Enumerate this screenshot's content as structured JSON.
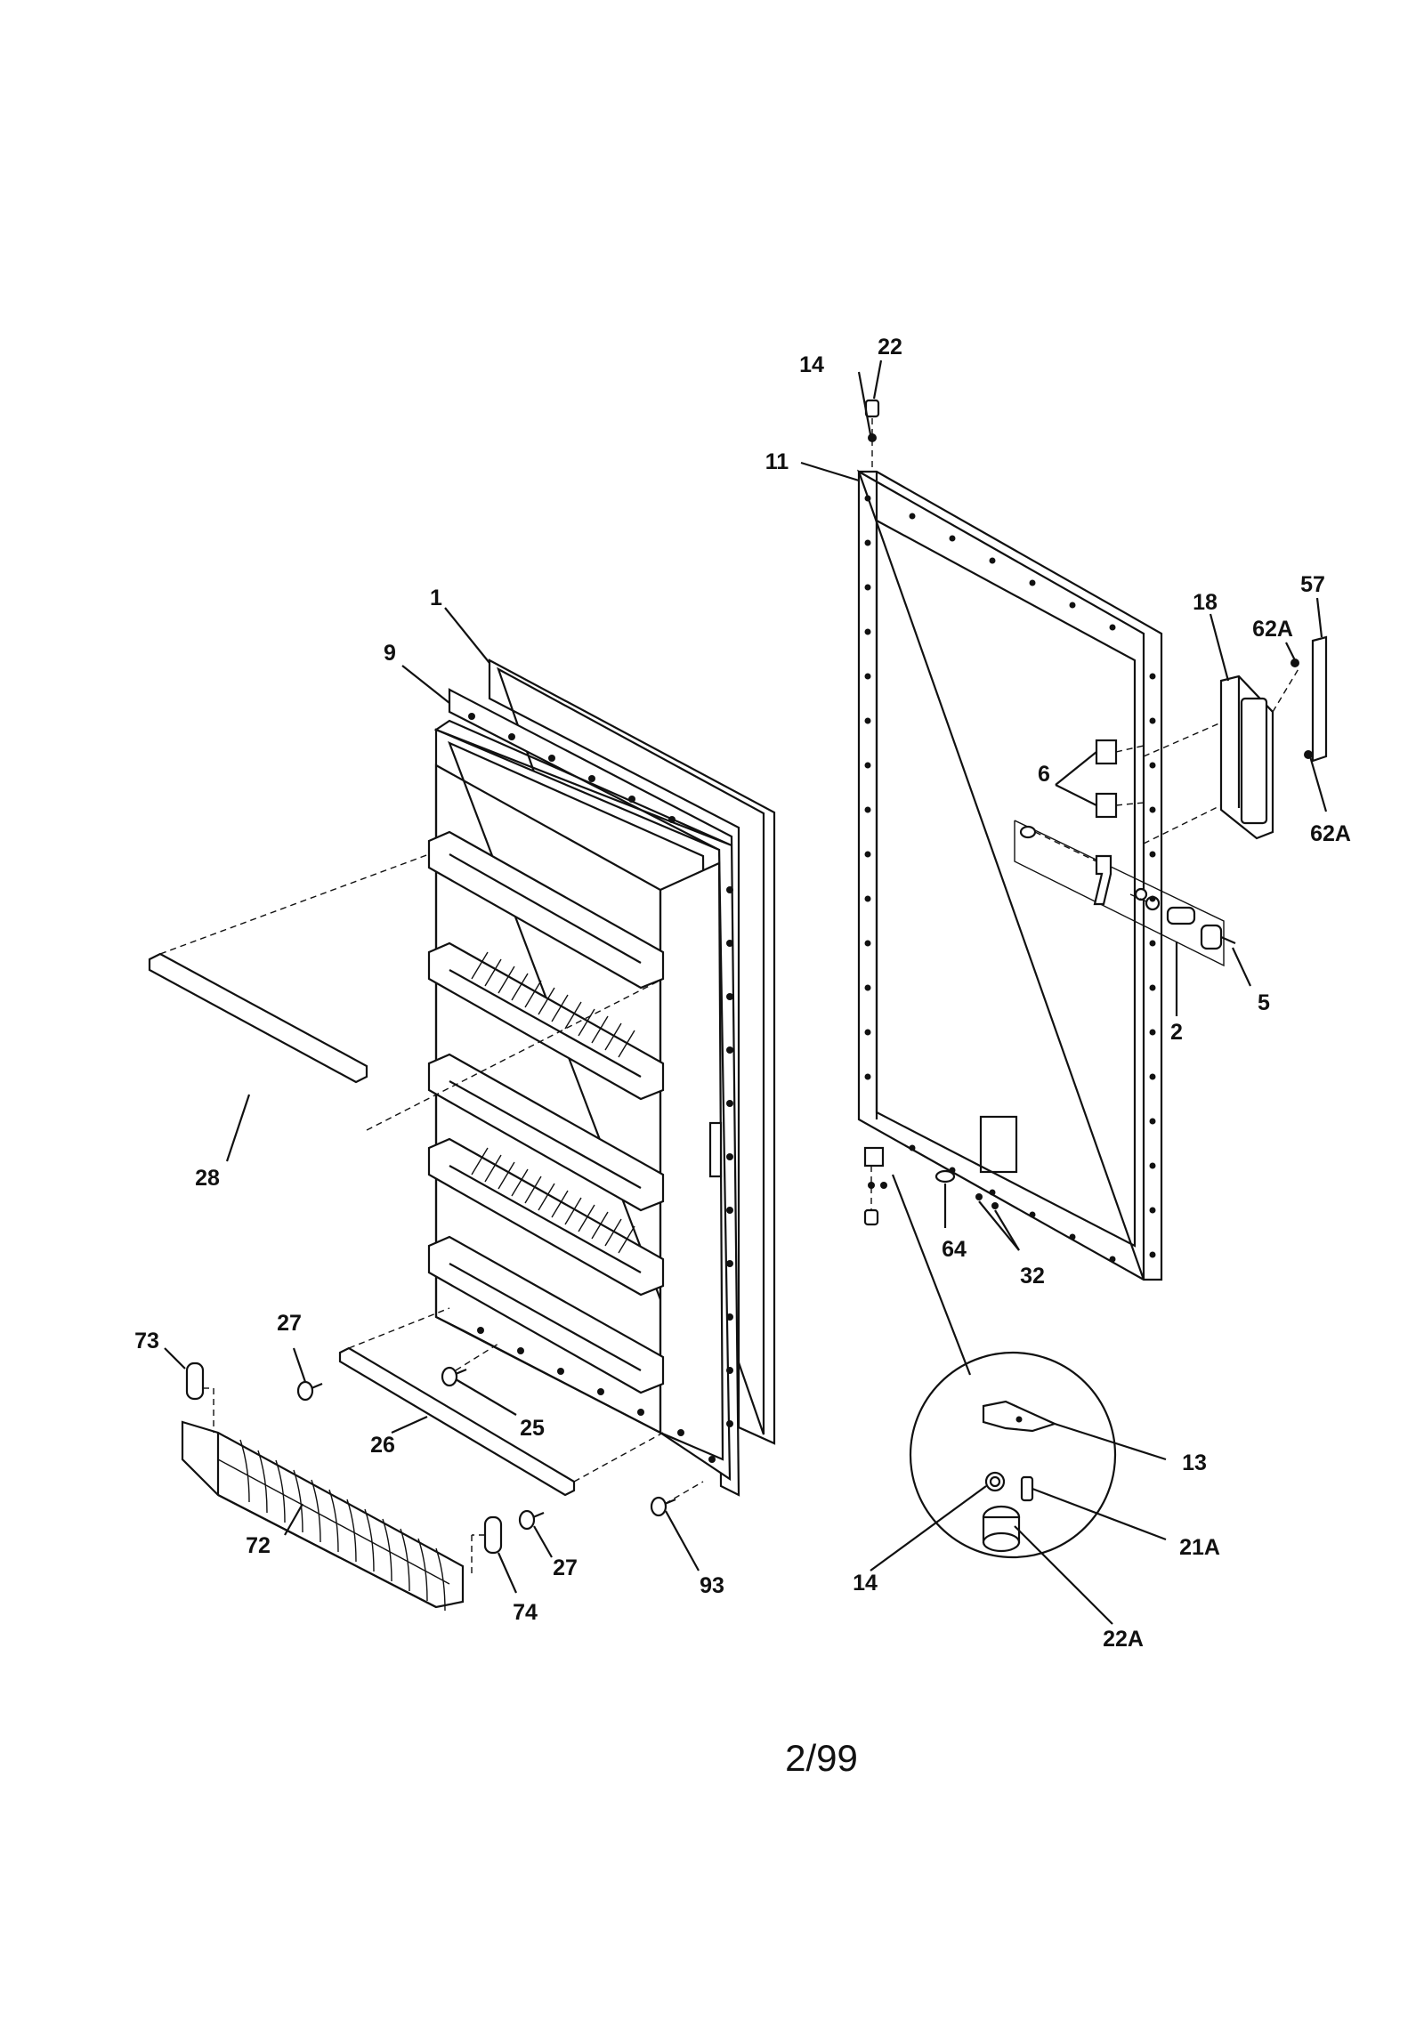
{
  "callouts": {
    "c1": "1",
    "c9": "9",
    "c28": "28",
    "c27a": "27",
    "c73": "73",
    "c25": "25",
    "c26": "26",
    "c72": "72",
    "c27b": "27",
    "c74": "74",
    "c93": "93",
    "c22": "22",
    "c14a": "14",
    "c11": "11",
    "c18": "18",
    "c57": "57",
    "c62a1": "62A",
    "c62a2": "62A",
    "c6": "6",
    "c5": "5",
    "c2": "2",
    "c64": "64",
    "c32": "32",
    "c13": "13",
    "c21a": "21A",
    "c14b": "14",
    "c22a": "22A"
  },
  "footer": {
    "page_code": "2/99"
  }
}
